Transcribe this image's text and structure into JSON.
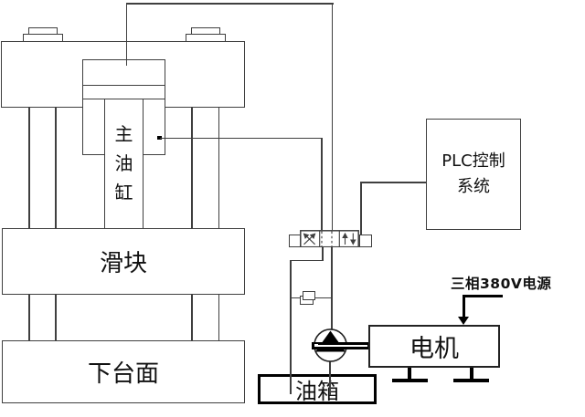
{
  "press": {
    "main_cylinder": "主油缸",
    "slider": "滑块",
    "lower_table": "下台面"
  },
  "plc": {
    "line1": "PLC控制",
    "line2": "系统"
  },
  "motor": {
    "label": "电机"
  },
  "tank": {
    "label": "油箱"
  },
  "power": {
    "label": "三相380V电源"
  },
  "icons": {
    "pump": "hydraulic-pump-icon",
    "valve": "directional-valve-icon",
    "power_arrow": "down-arrow-icon",
    "filter": "filter-icon"
  },
  "colors": {
    "line": "#3f3f3f",
    "solid": "#000000",
    "text": "#111111",
    "bg": "#ffffff"
  }
}
